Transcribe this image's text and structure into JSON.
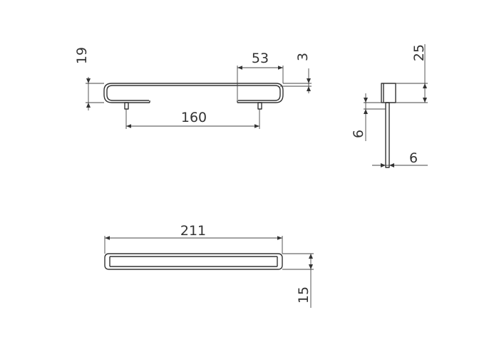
{
  "front_view": {
    "height_label": "19",
    "mount_width_label": "53",
    "bracket_thickness_label": "3",
    "pin_spacing_label": "160"
  },
  "side_view": {
    "height_label": "25",
    "pin_height_label": "6",
    "pin_width_label": "6"
  },
  "top_view": {
    "length_label": "211",
    "depth_label": "15"
  }
}
